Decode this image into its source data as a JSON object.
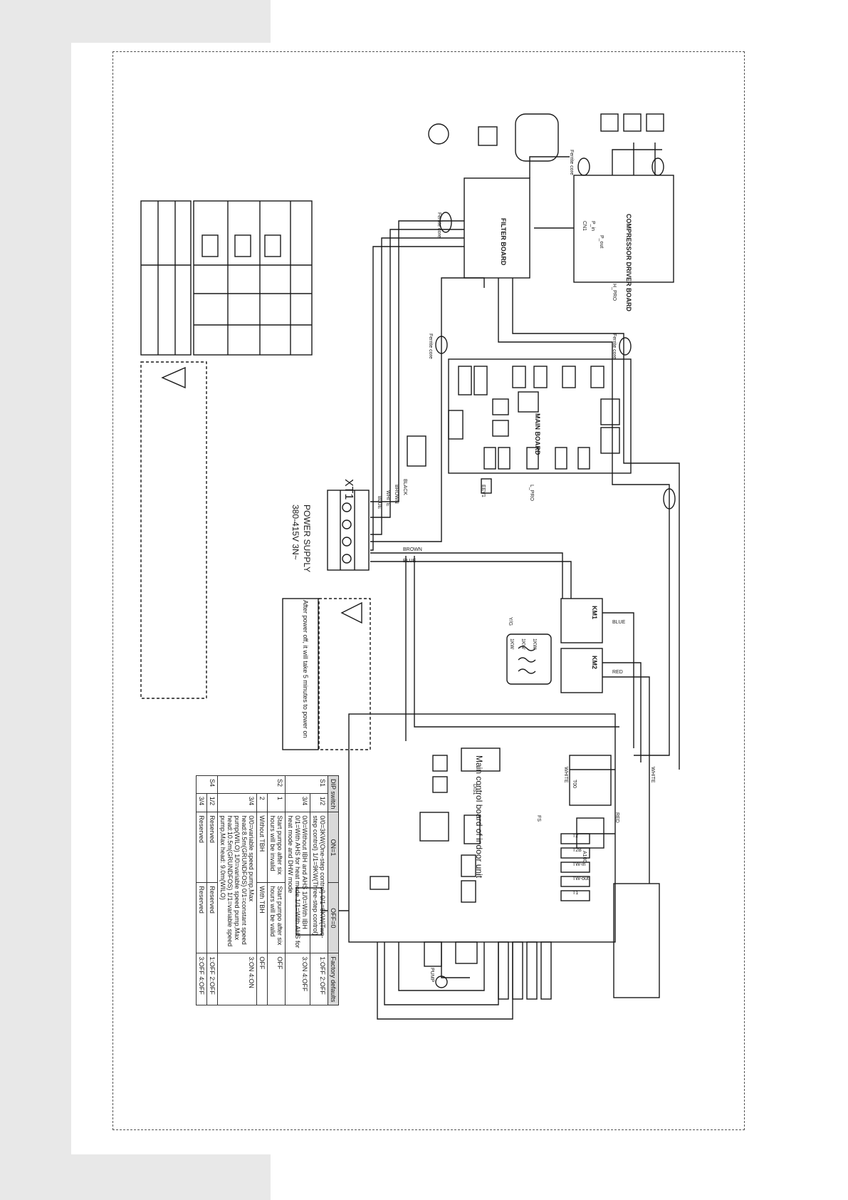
{
  "power": {
    "terminal": "XT1",
    "supply_label": "POWER SUPPLY",
    "supply_spec": "380-415V 3N~"
  },
  "warning": {
    "text": "After power off, it will take 5 minutes to power on"
  },
  "boards": {
    "filter": "FILTER BOARD",
    "compressor": "COMPRESSOR DRIVER BOARD",
    "main": "MAIN BOARD",
    "indoor": "Main control board of indoor unit"
  },
  "contactors": [
    "KM1",
    "KM2"
  ],
  "heater_labels": [
    "1KW",
    "1KW",
    "1KW"
  ],
  "wire_colors": {
    "black": "BLACK",
    "brown": "BROWN",
    "white": "WHITE",
    "blue": "BLUE",
    "red": "RED",
    "yg": "Y/G"
  },
  "misc_labels": {
    "ferrite": "Ferrite core",
    "eev": "EEV1",
    "hpro": "H_PRO",
    "lpro": "L_PRO",
    "pump": "PUMP",
    "tanks": [
      "T2",
      "T2B",
      "TW-in",
      "TW-out",
      "T1"
    ],
    "t00": "T00",
    "a100": "A100",
    "fs": "FS",
    "dis1": "DIS1",
    "cn1": "CN1",
    "p_in": "P_in",
    "p_out": "P_out"
  },
  "dip_switch_table": {
    "headers": [
      "DIP switch",
      "ON=1",
      "OFF=0",
      "Factory defaults"
    ],
    "rows": [
      {
        "group": "S1",
        "no": "1/2",
        "on": "0/0=3KW(One-step control) 0/1=6KW(Two-step control) 1/1=9KW(Three-step control)",
        "off": "",
        "default": "1:OFF 2:OFF"
      },
      {
        "group": "S1",
        "no": "3/4",
        "on": "0/0=Without IBH and AHS 1/0=With IBH 0/1=With AHS for heat mode 1/1=With AHS for heat mode and DHW mode",
        "off": "",
        "default": "3:ON 4:OFF"
      },
      {
        "group": "S2",
        "no": "1",
        "on": "Start pumpo after six hours will be invalid",
        "off": "Start pumpo after six hours will be valid",
        "default": "OFF"
      },
      {
        "group": "S2",
        "no": "2",
        "on": "Without TBH",
        "off": "With TBH",
        "default": "OFF"
      },
      {
        "group": "S2",
        "no": "3/4",
        "on": "0/0=variable speed pump,Max head:8.5m(GRUNDFOS) 0/1=constant speed pump(WILO) 1/0=variable speed pump,Max head:10.5m(GRUNDFOS) 1/1=variable speed pump,Max head: 9.0m(WILO)",
        "off": "",
        "default": "3:ON 4:ON"
      },
      {
        "group": "S4",
        "no": "1/2",
        "on": "Reserved",
        "off": "Reserved",
        "default": "1:OFF 2:OFF"
      },
      {
        "group": "S4",
        "no": "3/4",
        "on": "Reserved",
        "off": "Reserved",
        "default": "3:OFF 4:OFF"
      }
    ]
  },
  "colors": {
    "line": "#1a1a1a",
    "panel_gray": "#e8e8e8",
    "header_gray": "#d9d9d9"
  }
}
